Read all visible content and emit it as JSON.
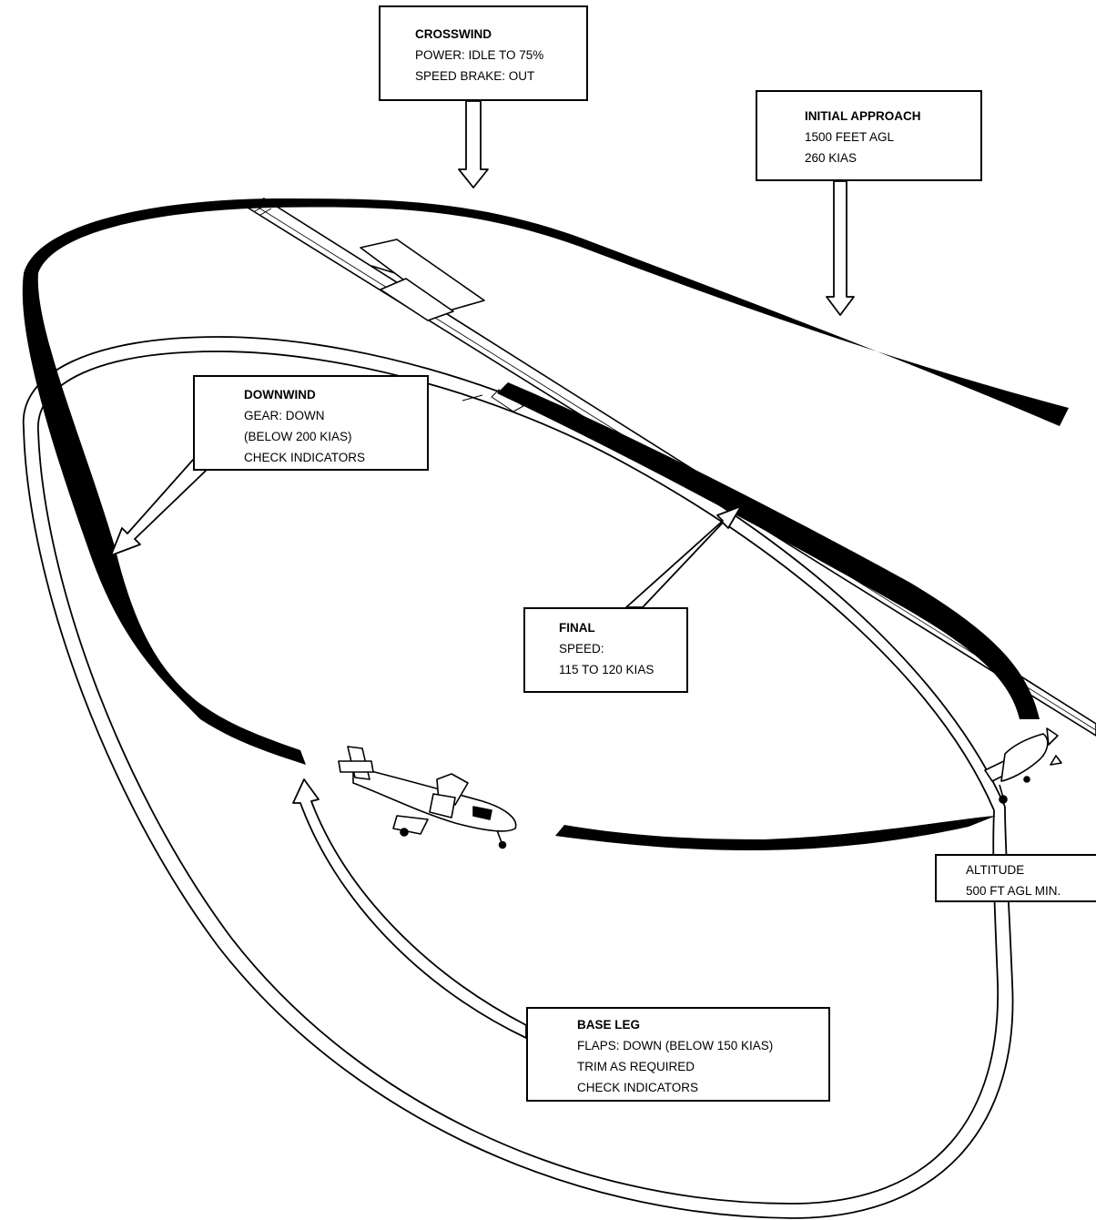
{
  "callouts": {
    "crosswind": {
      "title": "CROSSWIND",
      "lines": [
        "POWER: IDLE TO 75%",
        "SPEED BRAKE: OUT"
      ]
    },
    "initial_approach": {
      "title": "INITIAL APPROACH",
      "lines": [
        "1500 FEET AGL",
        "260 KIAS"
      ]
    },
    "downwind": {
      "title": "DOWNWIND",
      "lines": [
        "GEAR: DOWN",
        "(BELOW 200 KIAS)",
        "CHECK INDICATORS"
      ]
    },
    "final": {
      "title": "FINAL",
      "lines": [
        "SPEED:",
        "115 TO 120 KIAS"
      ]
    },
    "altitude": {
      "lines": [
        "ALTITUDE",
        "500 FT AGL MIN."
      ]
    },
    "base_leg": {
      "title": "BASE LEG",
      "lines": [
        "FLAPS: DOWN (BELOW 150 KIAS)",
        "TRIM AS REQUIRED",
        "CHECK INDICATORS"
      ]
    }
  },
  "colors": {
    "line": "#000000",
    "background": "#ffffff"
  },
  "icons": [
    "aircraft-on-base-leg-icon",
    "aircraft-on-final-icon"
  ]
}
